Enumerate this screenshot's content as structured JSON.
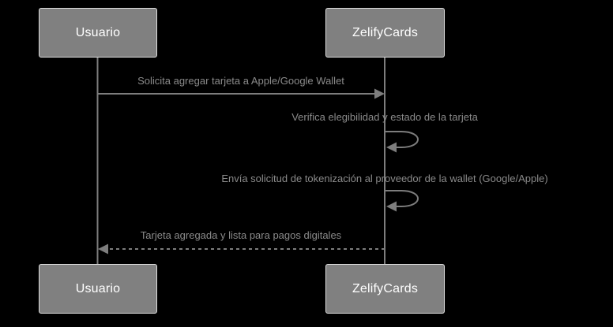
{
  "diagram": {
    "type": "sequence",
    "actors": [
      {
        "name": "Usuario"
      },
      {
        "name": "ZelifyCards"
      }
    ],
    "messages": [
      {
        "text": "Solicita agregar tarjeta a Apple/Google Wallet",
        "from": "Usuario",
        "to": "ZelifyCards",
        "line": "solid-arrow"
      },
      {
        "text": "Verifica elegibilidad y estado de la tarjeta",
        "from": "ZelifyCards",
        "to": "ZelifyCards",
        "line": "self-loop"
      },
      {
        "text": "Envía solicitud de tokenización al proveedor de la wallet (Google/Apple)",
        "from": "ZelifyCards",
        "to": "ZelifyCards",
        "line": "self-loop"
      },
      {
        "text": "Tarjeta agregada y lista para pagos digitales",
        "from": "ZelifyCards",
        "to": "Usuario",
        "line": "dashed-arrow"
      }
    ],
    "colors": {
      "background": "#000000",
      "actor_fill": "#808080",
      "actor_border": "#dedede",
      "actor_text": "#ffffff",
      "line": "#7d7d7d",
      "message_text": "#8a8a8a"
    }
  }
}
